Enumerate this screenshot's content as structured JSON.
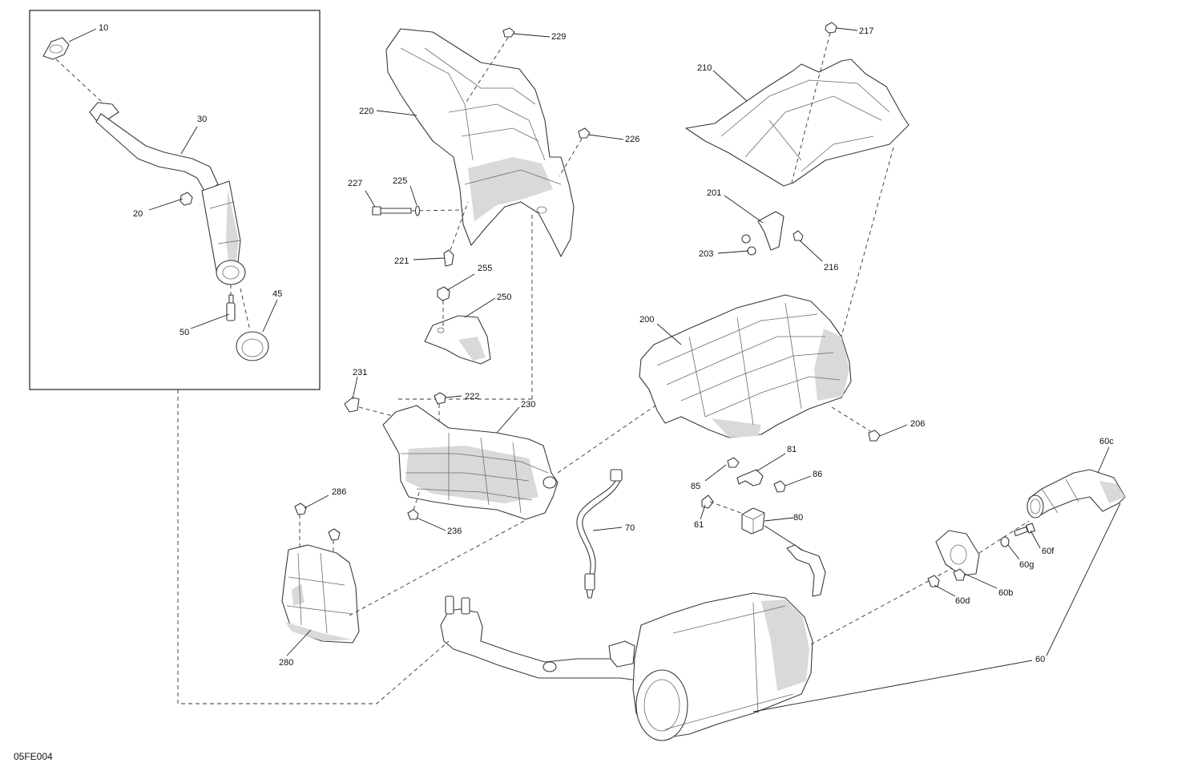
{
  "diagram_code": "05FE004",
  "part_labels": {
    "p10": "10",
    "p20": "20",
    "p30": "30",
    "p45": "45",
    "p50": "50",
    "p60": "60",
    "p60b": "60b",
    "p60c": "60c",
    "p60d": "60d",
    "p60f": "60f",
    "p60g": "60g",
    "p61": "61",
    "p70": "70",
    "p80": "80",
    "p81": "81",
    "p85": "85",
    "p86": "86",
    "p200": "200",
    "p201": "201",
    "p203": "203",
    "p206": "206",
    "p210": "210",
    "p216": "216",
    "p217": "217",
    "p220": "220",
    "p221": "221",
    "p222": "222",
    "p225": "225",
    "p226": "226",
    "p227": "227",
    "p229": "229",
    "p230": "230",
    "p231": "231",
    "p236": "236",
    "p250": "250",
    "p255": "255",
    "p280": "280",
    "p286": "286"
  }
}
